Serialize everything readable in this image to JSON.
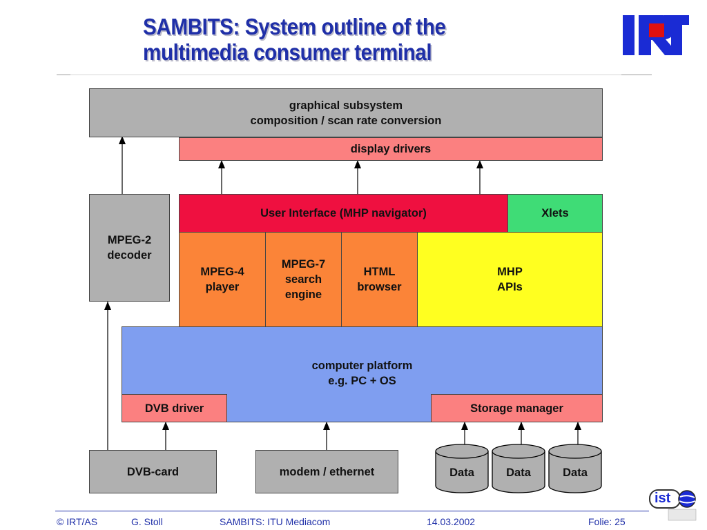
{
  "header": {
    "title_line1": "SAMBITS: System outline of the",
    "title_line2": "multimedia consumer terminal",
    "logo_text": "IRT",
    "colors": {
      "title": "#1f2fa8",
      "logo_blue": "#1a2bd4",
      "logo_red": "#e01010"
    }
  },
  "diagram": {
    "graphical_subsystem": "graphical subsystem\ncomposition / scan rate conversion",
    "display_drivers": "display drivers",
    "mpeg2_decoder": "MPEG-2\ndecoder",
    "user_interface": "User Interface (MHP navigator)",
    "xlets": "Xlets",
    "mpeg4_player": "MPEG-4\nplayer",
    "mpeg7_engine": "MPEG-7\nsearch\nengine",
    "html_browser": "HTML\nbrowser",
    "mhp_apis": "MHP\nAPIs",
    "computer_platform": "computer platform\ne.g. PC + OS",
    "dvb_driver": "DVB driver",
    "storage_manager": "Storage manager",
    "dvb_card": "DVB-card",
    "modem_ethernet": "modem / ethernet",
    "data_stores": [
      "Data",
      "Data",
      "Data"
    ],
    "colors": {
      "gray": "#b0b0b0",
      "pink": "#fb8080",
      "red": "#ef1040",
      "green": "#3fdc76",
      "orange": "#fb8438",
      "yellow": "#ffff20",
      "blue": "#7f9ef0"
    }
  },
  "footer": {
    "copyright": "© IRT/AS",
    "author": "G.  Stoll",
    "event": "SAMBITS: ITU Mediacom",
    "date": "14.03.2002",
    "folie": "Folie:  25",
    "badge_text": "ist"
  }
}
